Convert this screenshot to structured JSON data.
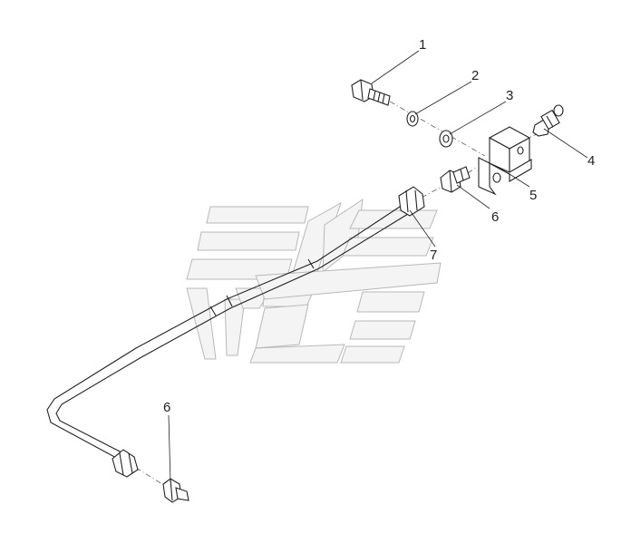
{
  "diagram": {
    "callouts": [
      {
        "id": "1",
        "label": "1"
      },
      {
        "id": "2",
        "label": "2"
      },
      {
        "id": "3",
        "label": "3"
      },
      {
        "id": "4",
        "label": "4"
      },
      {
        "id": "5",
        "label": "5"
      },
      {
        "id": "6a",
        "label": "6"
      },
      {
        "id": "7",
        "label": "7"
      },
      {
        "id": "6b",
        "label": "6"
      }
    ]
  },
  "colors": {
    "line": "#222222",
    "watermark_stroke": "#b8b8b8",
    "background": "#ffffff"
  }
}
